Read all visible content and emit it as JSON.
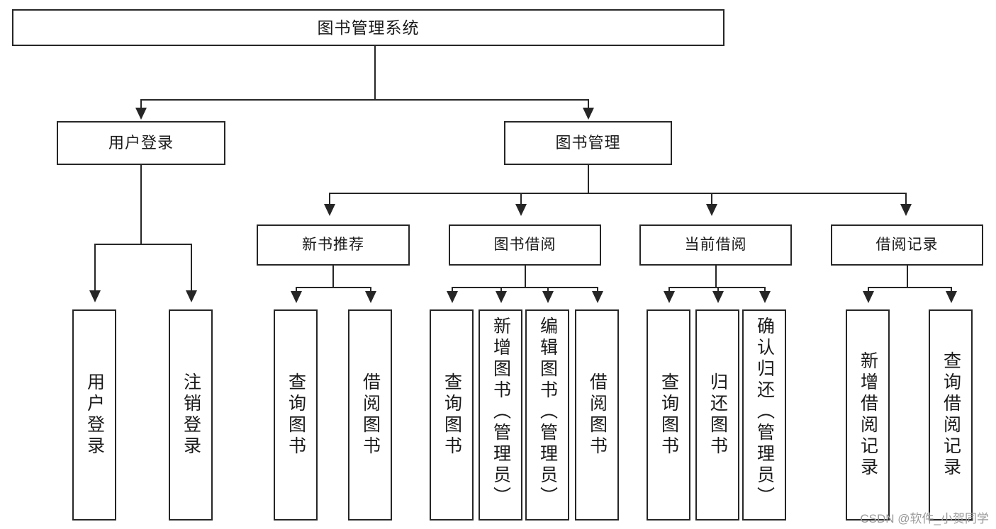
{
  "diagram": {
    "type": "tree-hierarchy",
    "root": {
      "label": "图书管理系统"
    },
    "level2": [
      {
        "label": "用户登录"
      },
      {
        "label": "图书管理"
      }
    ],
    "level3": [
      {
        "label": "新书推荐"
      },
      {
        "label": "图书借阅"
      },
      {
        "label": "当前借阅"
      },
      {
        "label": "借阅记录"
      }
    ],
    "leaves": {
      "user_login": [
        {
          "label": "用户登录"
        },
        {
          "label": "注销登录"
        }
      ],
      "new_book_recommend": [
        {
          "label": "查询图书"
        },
        {
          "label": "借阅图书"
        }
      ],
      "book_borrow": [
        {
          "label": "查询图书"
        },
        {
          "label": "新增图书（管理员）"
        },
        {
          "label": "编辑图书（管理员）"
        },
        {
          "label": "借阅图书"
        }
      ],
      "current_borrow": [
        {
          "label": "查询图书"
        },
        {
          "label": "归还图书"
        },
        {
          "label": "确认归还（管理员）"
        }
      ],
      "borrow_records": [
        {
          "label": "新增借阅记录"
        },
        {
          "label": "查询借阅记录"
        }
      ]
    }
  },
  "watermark": {
    "text": "CSDN @软件_小贺同学"
  },
  "colors": {
    "stroke": "#262626",
    "background": "#ffffff",
    "text": "#1a1a1a",
    "watermark": "#9a9a9a"
  }
}
